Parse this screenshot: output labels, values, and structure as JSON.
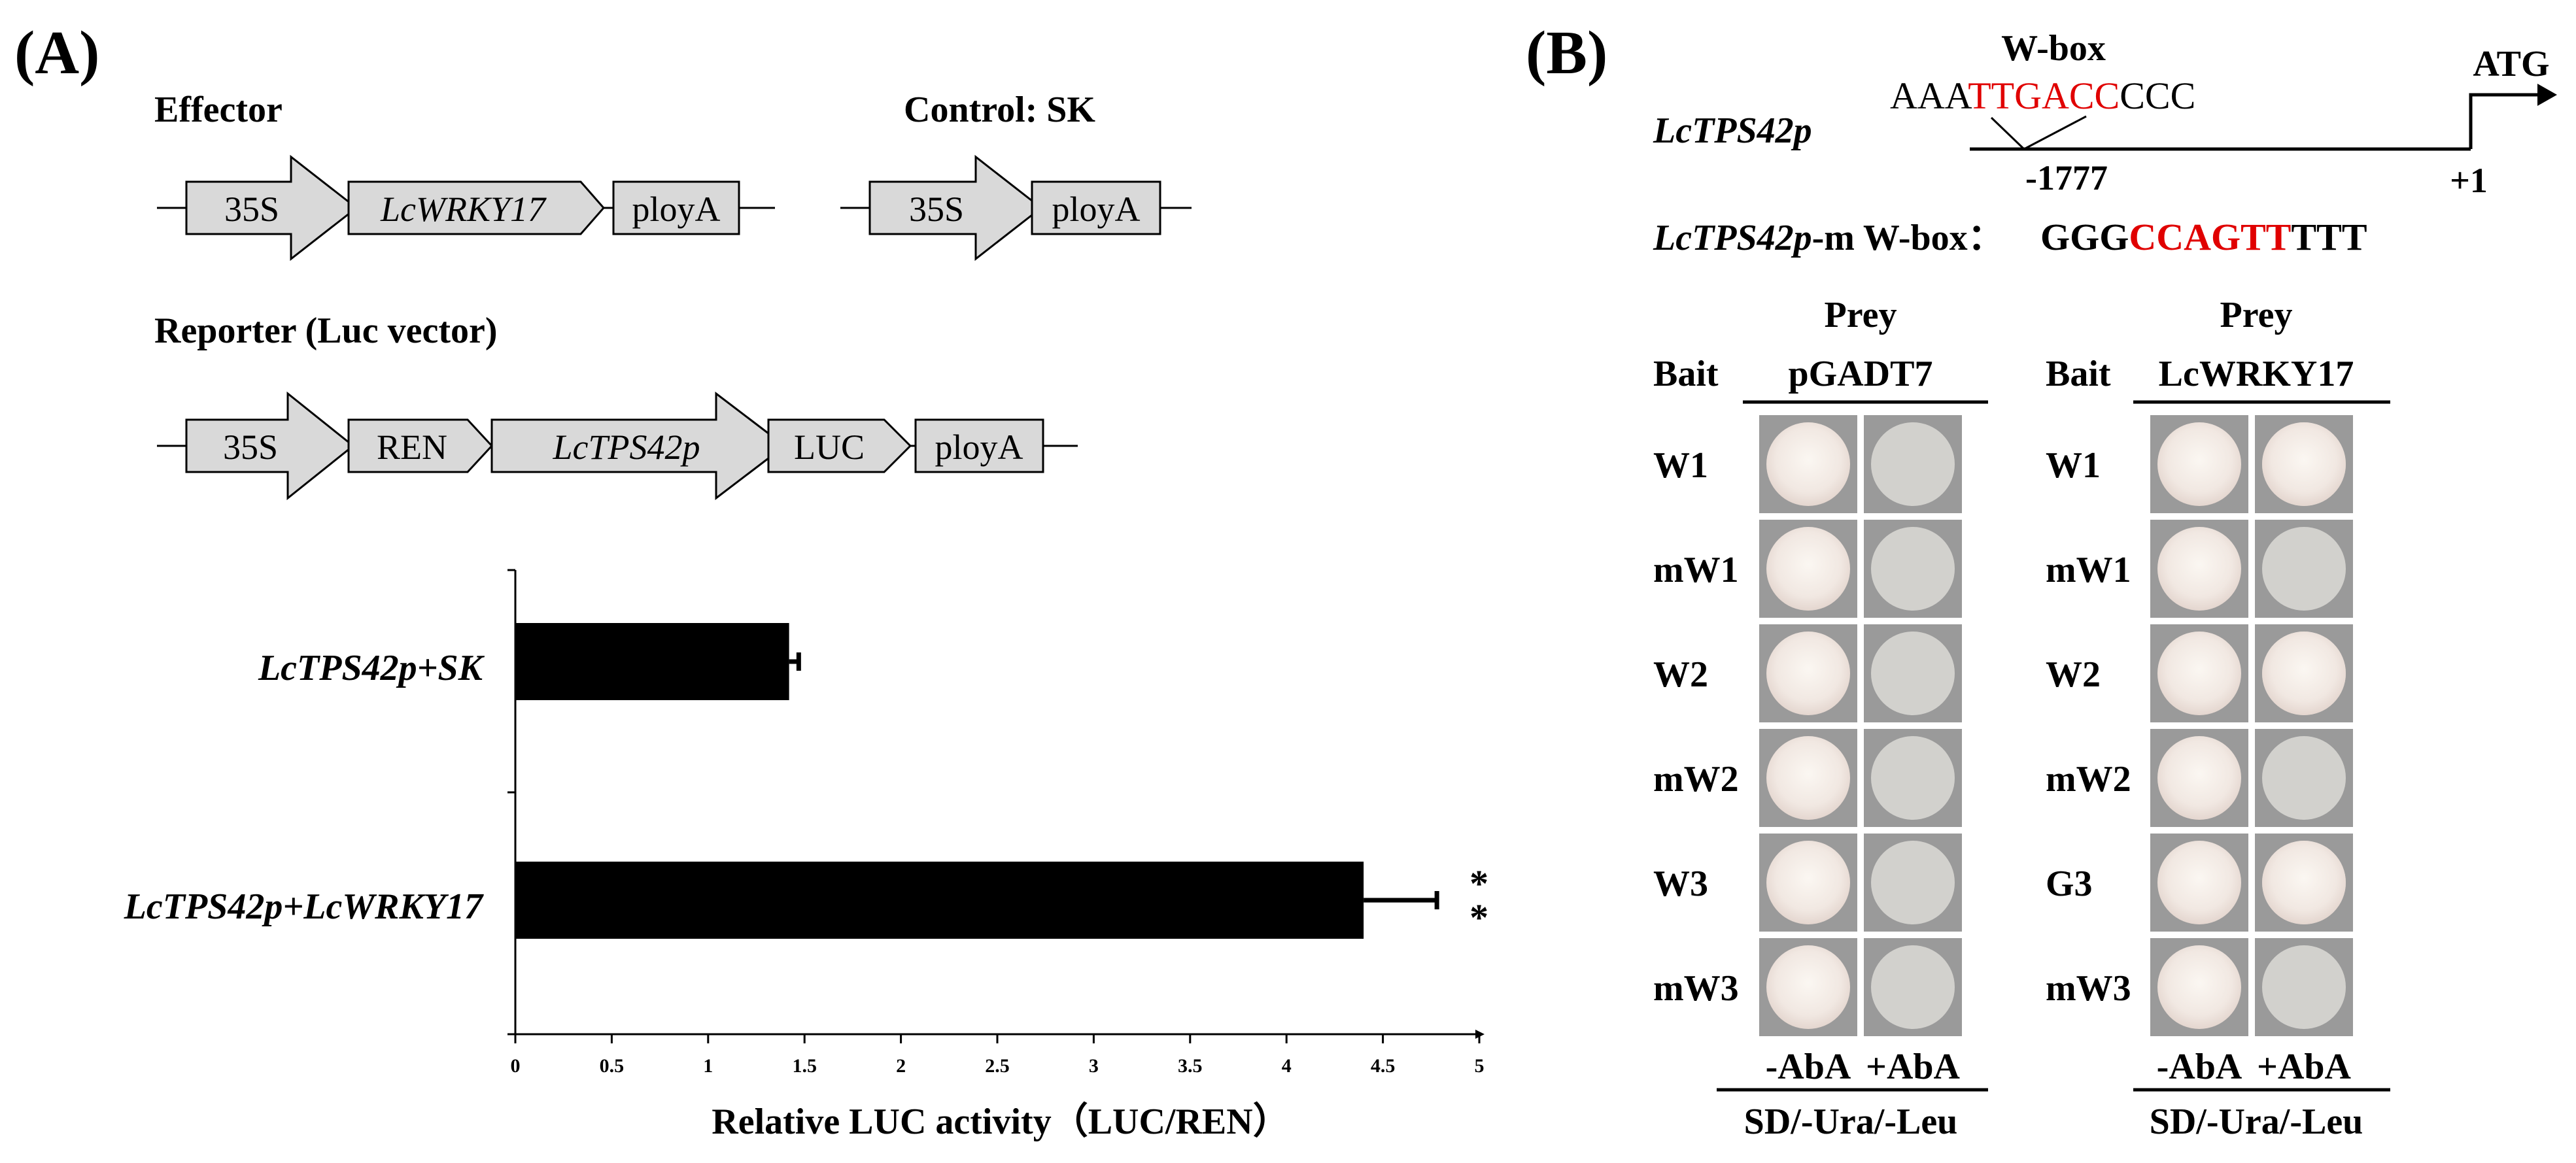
{
  "panel_a": {
    "label": "(A)",
    "effector": {
      "title": "Effector",
      "parts": [
        "35S",
        "LcWRKY17",
        "ployA"
      ]
    },
    "control": {
      "title": "Control: SK",
      "parts": [
        "35S",
        "ployA"
      ]
    },
    "reporter": {
      "title": "Reporter (Luc vector)",
      "parts": [
        "35S",
        "REN",
        "LcTPS42p",
        "LUC",
        "ployA"
      ]
    }
  },
  "chart_data": {
    "type": "bar",
    "orientation": "horizontal",
    "categories": [
      "LcTPS42p+SK",
      "LcTPS42p+LcWRKY17"
    ],
    "values": [
      1.42,
      4.4
    ],
    "errors": [
      0.05,
      0.38
    ],
    "significance": [
      "",
      "**"
    ],
    "xlabel": "Relative LUC activity（LUC/REN）",
    "xlim": [
      0,
      5
    ],
    "xticks": [
      "0",
      "0.5",
      "1",
      "1.5",
      "2",
      "2.5",
      "3",
      "3.5",
      "4",
      "4.5",
      "5"
    ],
    "bar_color": "#000000"
  },
  "panel_b": {
    "label": "(B)",
    "promoter": {
      "name": "LcTPS42p",
      "wbox_title": "W-box",
      "seq_prefix": "AAA",
      "seq_core": "TTGACC",
      "seq_suffix": "CCC",
      "position": "-1777",
      "tss": "+1",
      "atg": "ATG"
    },
    "mutant": {
      "name_italic": "LcTPS42p",
      "name_rest": "-m W-box：",
      "seq_prefix": "GGG",
      "seq_core": "CCAGTT",
      "seq_suffix": "TTT"
    },
    "accent_color": "#e00000",
    "left_assay": {
      "prey_title": "Prey",
      "bait_title": "Bait",
      "prey": "pGADT7",
      "rows": [
        "W1",
        "mW1",
        "W2",
        "mW2",
        "W3",
        "mW3"
      ],
      "columns": [
        "-AbA",
        "+AbA"
      ],
      "medium": "SD/-Ura/-Leu"
    },
    "right_assay": {
      "prey_title": "Prey",
      "bait_title": "Bait",
      "prey": "LcWRKY17",
      "rows": [
        "W1",
        "mW1",
        "W2",
        "mW2",
        "G3",
        "mW3"
      ],
      "columns": [
        "-AbA",
        "+AbA"
      ],
      "medium": "SD/-Ura/-Leu"
    }
  }
}
